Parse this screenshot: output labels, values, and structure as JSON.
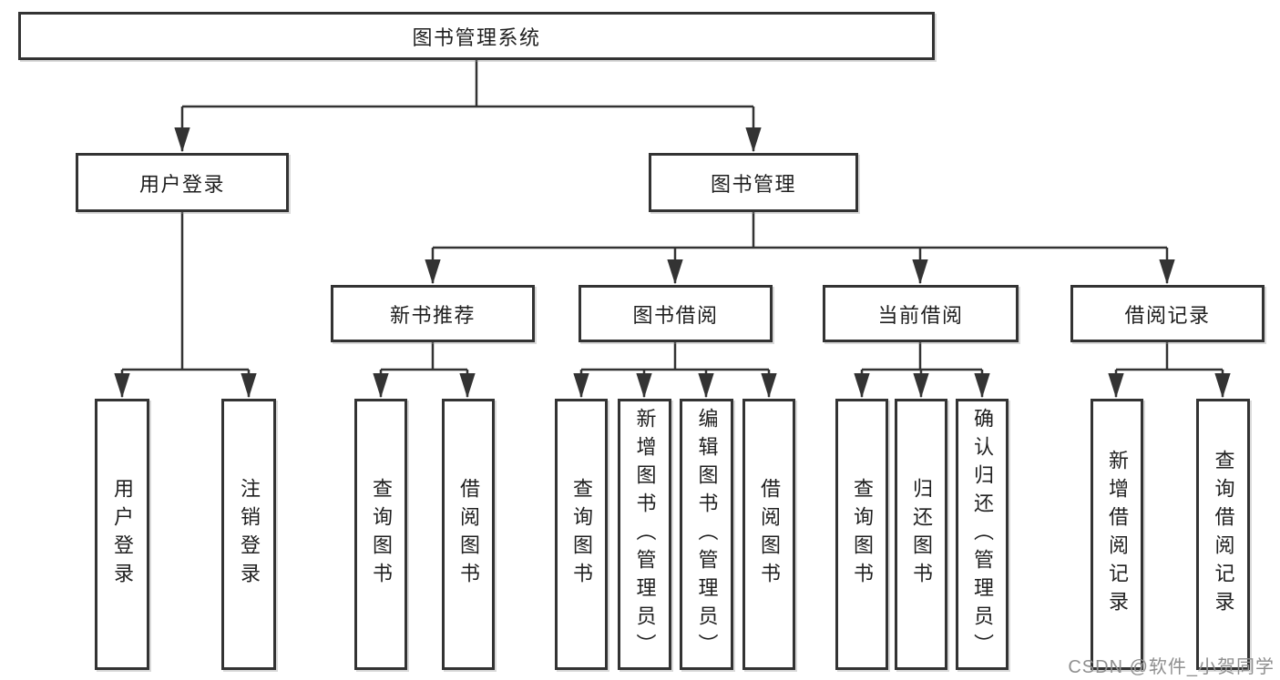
{
  "diagram": {
    "root": {
      "label": "图书管理系统"
    },
    "level2": [
      {
        "label": "用户登录",
        "children": [
          {
            "label": "用户登录"
          },
          {
            "label": "注销登录"
          }
        ]
      },
      {
        "label": "图书管理",
        "children": [
          {
            "label": "新书推荐",
            "children": [
              {
                "label": "查询图书"
              },
              {
                "label": "借阅图书"
              }
            ]
          },
          {
            "label": "图书借阅",
            "children": [
              {
                "label": "查询图书"
              },
              {
                "label": "新增图书（管理员）"
              },
              {
                "label": "编辑图书（管理员）"
              },
              {
                "label": "借阅图书"
              }
            ]
          },
          {
            "label": "当前借阅",
            "children": [
              {
                "label": "查询图书"
              },
              {
                "label": "归还图书"
              },
              {
                "label": "确认归还（管理员）"
              }
            ]
          },
          {
            "label": "借阅记录",
            "children": [
              {
                "label": "新增借阅记录"
              },
              {
                "label": "查询借阅记录"
              }
            ]
          }
        ]
      }
    ]
  },
  "watermark": "CSDN @软件_小贺同学",
  "colors": {
    "line": "#333333",
    "box_border": "#333333",
    "text": "#1f1f1f",
    "watermark": "#8f8f8f",
    "background": "#ffffff"
  }
}
